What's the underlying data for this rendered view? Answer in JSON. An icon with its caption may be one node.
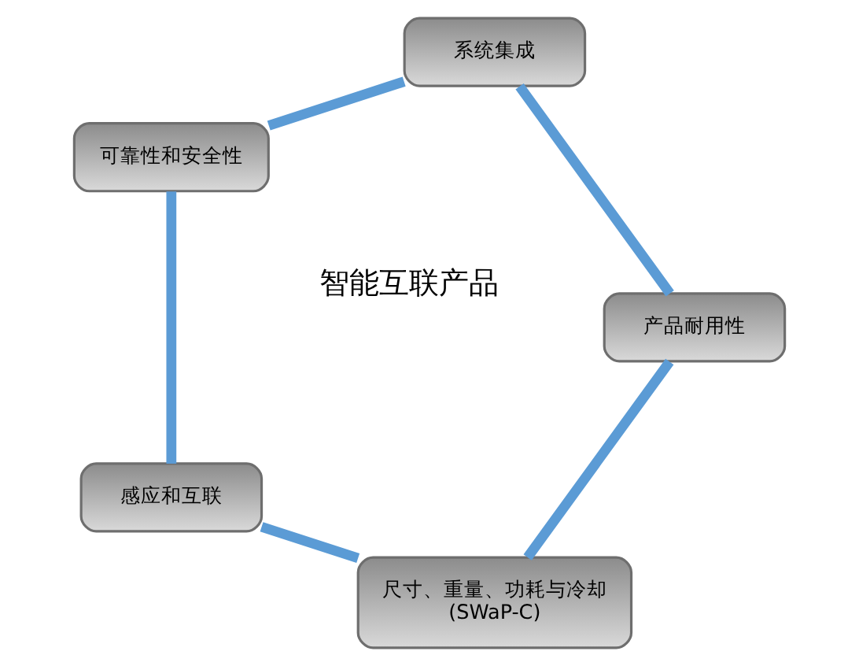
{
  "diagram": {
    "nodes": [
      {
        "text": [
          "尺寸、重量、功耗与冷却 (SWaP-C)"
        ]
      },
      {
        "text": [
          "产品耐用性"
        ]
      },
      {
        "text": [
          "感应和互联"
        ]
      },
      {
        "text": [
          "系统集成"
        ]
      },
      {
        "text": [
          "可靠性和安全性"
        ]
      }
    ],
    "edges": [
      {
        "from": 0,
        "to": 2,
        "arrow": "none"
      },
      {
        "from": 2,
        "to": 4,
        "arrow": "none"
      },
      {
        "from": 4,
        "to": 3,
        "arrow": "none"
      },
      {
        "from": 3,
        "to": 1,
        "arrow": "none"
      },
      {
        "from": 1,
        "to": 0,
        "arrow": "none"
      }
    ],
    "labels": [
      "智能互联产品"
    ]
  }
}
